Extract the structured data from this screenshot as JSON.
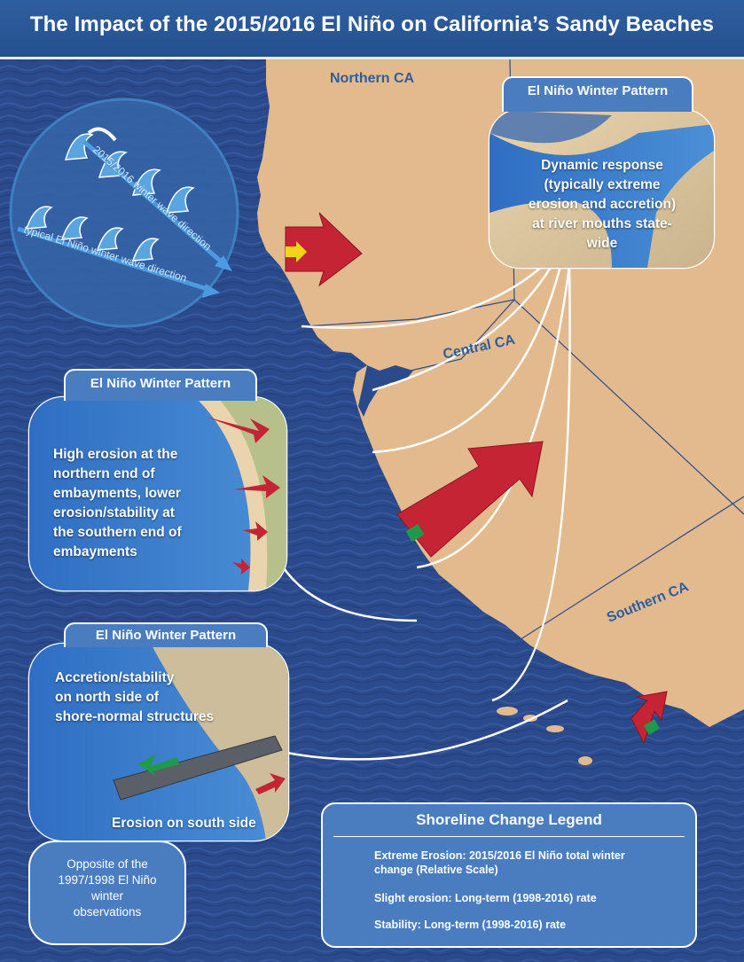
{
  "title": "The Impact of the 2015/2016 El Niño on California’s Sandy Beaches",
  "regions": {
    "northern": "Northern CA",
    "central": "Central CA",
    "southern": "Southern CA"
  },
  "wave_inset": {
    "label_2015": "2015/2016 winter wave direction",
    "label_typical": "typical El Niño winter wave direction"
  },
  "panels": {
    "river": {
      "tab": "El Niño Winter Pattern",
      "lines": [
        "Dynamic response",
        "(typically extreme",
        "erosion and accretion)",
        "at river mouths state-",
        "wide"
      ]
    },
    "embayment": {
      "tab": "El Niño Winter Pattern",
      "lines": [
        "High erosion at the",
        "northern end of",
        "embayments, lower",
        "erosion/stability at",
        "the southern end of",
        "embayments"
      ]
    },
    "structure": {
      "tab": "El Niño Winter Pattern",
      "lines": [
        "Accretion/stability",
        "on north side of",
        "shore-normal structures"
      ],
      "bottom": "Erosion on south side"
    }
  },
  "note": {
    "lines": [
      "Opposite of the",
      "1997/1998 El Niño",
      "winter",
      "observations"
    ]
  },
  "legend": {
    "title": "Shoreline Change Legend",
    "extreme_lines": [
      "Extreme Erosion: 2015/2016 El Niño total winter",
      "change (Relative Scale)"
    ],
    "slight": "Slight erosion: Long-term (1998-2016) rate",
    "stability": "Stability: Long-term (1998-2016) rate"
  },
  "colors": {
    "ocean": "#2b4a8c",
    "land": "#e3b98e",
    "panel_blue": "#4a7cc0",
    "header_blue": "#2a579a",
    "extreme_erosion_red": "#c42434",
    "slight_erosion_yellow": "#f3d418",
    "stability_green": "#1f9a4a",
    "region_label": "#2f5ea0"
  }
}
